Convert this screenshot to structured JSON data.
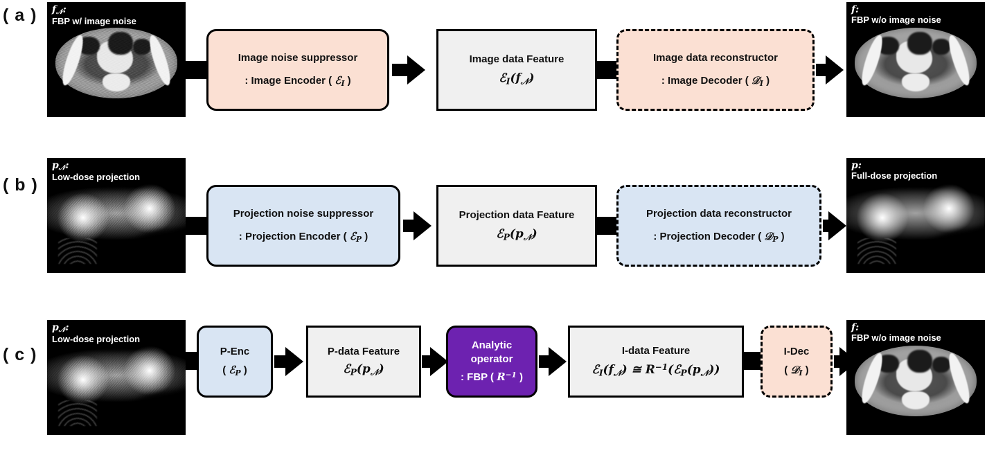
{
  "figure": {
    "title": "Encoder-decoder CT denoising pipeline diagram",
    "colors": {
      "peach": "#FBE0D3",
      "blue": "#D9E5F3",
      "purple": "#6D22B0",
      "gray": "#F0F0F0",
      "outline": "#000000"
    }
  },
  "rows": {
    "a": {
      "letter": "( a )",
      "input_image": {
        "symbol": "f",
        "symbol_sub": "𝒩",
        "caption": "FBP w/ image noise",
        "kind": "ct-noisy"
      },
      "encoder_box": {
        "line1": "Image noise suppressor",
        "line2_prefix": ": Image Encoder ( ",
        "line2_symbol": "ℰ",
        "line2_sub": "I",
        "line2_suffix": " )",
        "fill": "#FBE0D3",
        "border": "solid"
      },
      "feature_box": {
        "line1": "Image data Feature",
        "formula_main": "ℰ",
        "formula_sub": "I",
        "formula_rest": "(f",
        "formula_rest_sub": "𝒩",
        "formula_tail": ")",
        "fill": "#F0F0F0",
        "border": "solid-rect"
      },
      "decoder_box": {
        "line1": "Image data reconstructor",
        "line2_prefix": ": Image Decoder ( ",
        "line2_symbol": "𝒟",
        "line2_sub": "I",
        "line2_suffix": " )",
        "fill": "#FBE0D3",
        "border": "dashed"
      },
      "output_image": {
        "symbol": "f",
        "symbol_sub": "",
        "caption": "FBP w/o image noise",
        "kind": "ct-clean"
      }
    },
    "b": {
      "letter": "( b )",
      "input_image": {
        "symbol": "p",
        "symbol_sub": "𝒩",
        "caption": "Low-dose projection",
        "kind": "sino-noisy"
      },
      "encoder_box": {
        "line1": "Projection noise suppressor",
        "line2_prefix": ": Projection Encoder ( ",
        "line2_symbol": "ℰ",
        "line2_sub": "P",
        "line2_suffix": " )",
        "fill": "#D9E5F3",
        "border": "solid"
      },
      "feature_box": {
        "line1": "Projection data Feature",
        "formula_main": "ℰ",
        "formula_sub": "P",
        "formula_rest": "(p",
        "formula_rest_sub": "𝒩",
        "formula_tail": ")",
        "fill": "#F0F0F0",
        "border": "solid-rect"
      },
      "decoder_box": {
        "line1": "Projection data reconstructor",
        "line2_prefix": ": Projection Decoder ( ",
        "line2_symbol": "𝒟",
        "line2_sub": "P",
        "line2_suffix": " )",
        "fill": "#D9E5F3",
        "border": "dashed"
      },
      "output_image": {
        "symbol": "p",
        "symbol_sub": "",
        "caption": "Full-dose projection",
        "kind": "sino-clean"
      }
    },
    "c": {
      "letter": "( c )",
      "input_image": {
        "symbol": "p",
        "symbol_sub": "𝒩",
        "caption": "Low-dose projection",
        "kind": "sino-noisy"
      },
      "p_enc_box": {
        "line1": "P-Enc",
        "line2_prefix": "( ",
        "line2_symbol": "ℰ",
        "line2_sub": "P",
        "line2_suffix": " )",
        "fill": "#D9E5F3",
        "border": "solid"
      },
      "p_feature_box": {
        "line1": "P-data Feature",
        "formula_main": "ℰ",
        "formula_sub": "P",
        "formula_rest": "(p",
        "formula_rest_sub": "𝒩",
        "formula_tail": ")",
        "fill": "#F0F0F0",
        "border": "solid-rect"
      },
      "analytic_box": {
        "line1": "Analytic",
        "line2": "operator",
        "line3_prefix": ": FBP ( ",
        "line3_symbol": "R",
        "line3_sup": "−1",
        "line3_suffix": " )",
        "fill": "#6D22B0",
        "border": "solid"
      },
      "i_feature_box": {
        "line1": "I-data Feature",
        "formula_full": "ℰ_I(f_𝒩) ≅ R^-1(ℰ_P(p_𝒩))",
        "fill": "#F0F0F0",
        "border": "solid-rect"
      },
      "i_dec_box": {
        "line1": "I-Dec",
        "line2_prefix": "( ",
        "line2_symbol": "𝒟",
        "line2_sub": "I",
        "line2_suffix": " )",
        "fill": "#FBE0D3",
        "border": "dashed"
      },
      "output_image": {
        "symbol": "f",
        "symbol_sub": "",
        "caption": "FBP w/o image noise",
        "kind": "ct-clean"
      }
    }
  }
}
